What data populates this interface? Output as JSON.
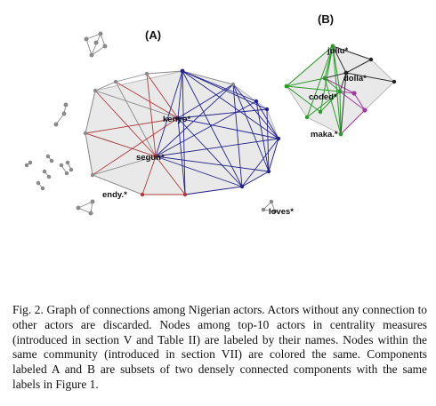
{
  "figure": {
    "panel_a_label": "(A)",
    "panel_b_label": "(B)",
    "node_labels": {
      "kenyo": "kenyo*",
      "segun": "segun*",
      "endy": "endy.*",
      "loves": "loves*",
      "juliu": "juliu*",
      "dolla": "dolla*",
      "coded": "coded*",
      "maka": "maka.*"
    },
    "colors": {
      "hull_fill": "#e9e9e9",
      "red_community": "#b03a3a",
      "blue_community": "#23238f",
      "green_community": "#2c9a2c",
      "magenta_community": "#a23aa2",
      "gray_edge": "#8a8a8a",
      "black_node": "#222222"
    }
  },
  "caption": {
    "text": "Fig. 2.   Graph of connections among Nigerian actors. Actors without any connection to other actors are discarded. Nodes among top-10 actors in centrality measures (introduced in section V and Table II) are labeled by their names. Nodes within the same community (introduced in section VII) are colored the same. Components labeled A and B are subsets of two densely connected components with the same labels in Figure 1."
  }
}
